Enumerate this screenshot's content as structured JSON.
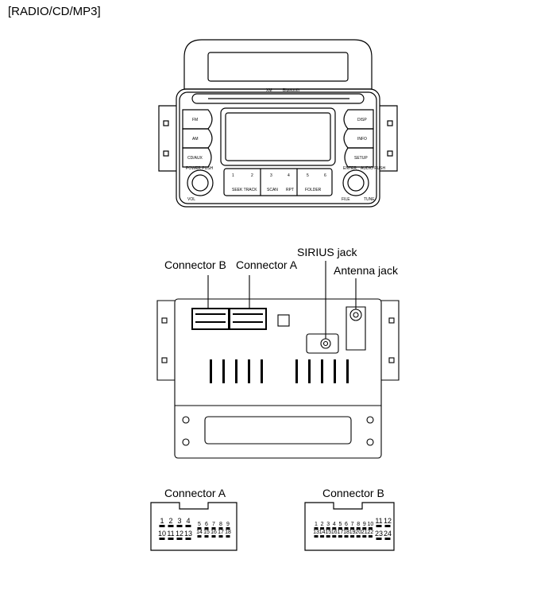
{
  "title": "[RADIO/CD/MP3]",
  "front_panel": {
    "brand_small": "XM",
    "bluetooth_small": "Bluetooth",
    "left_buttons": [
      "FM",
      "AM",
      "CD/AUX"
    ],
    "right_buttons": [
      "DISP",
      "INFO",
      "SETUP"
    ],
    "power_label": "POWER PUSH",
    "vol_label": "VOL",
    "enter_label": "ENTER",
    "audio_label": "AUDIO PUSH",
    "file_label": "FILE",
    "tune_label": "TUNE",
    "presets": [
      "1",
      "2",
      "3",
      "4",
      "5",
      "6"
    ],
    "preset_sub": [
      "SEEK TRACK",
      "SCAN",
      "RPT",
      "FOLDER"
    ]
  },
  "rear_labels": {
    "connector_b": "Connector  B",
    "connector_a": "Connector A",
    "sirius_jack": "SIRIUS jack",
    "antenna_jack": "Antenna jack"
  },
  "pinouts": {
    "a_title": "Connector A",
    "a_big_top": [
      "1",
      "2",
      "3",
      "4"
    ],
    "a_big_bottom": [
      "10",
      "11",
      "12",
      "13"
    ],
    "a_small_top": [
      "5",
      "6",
      "7",
      "8",
      "9"
    ],
    "a_small_bottom": [
      "14",
      "15",
      "16",
      "17",
      "18"
    ],
    "b_title": "Connector B",
    "b_small_top": [
      "1",
      "2",
      "3",
      "4",
      "5",
      "6",
      "7",
      "8",
      "9",
      "10"
    ],
    "b_small_bottom": [
      "13",
      "14",
      "15",
      "16",
      "17",
      "18",
      "19",
      "20",
      "21",
      "22"
    ],
    "b_big_top": [
      "11",
      "12"
    ],
    "b_big_bottom": [
      "23",
      "24"
    ]
  }
}
